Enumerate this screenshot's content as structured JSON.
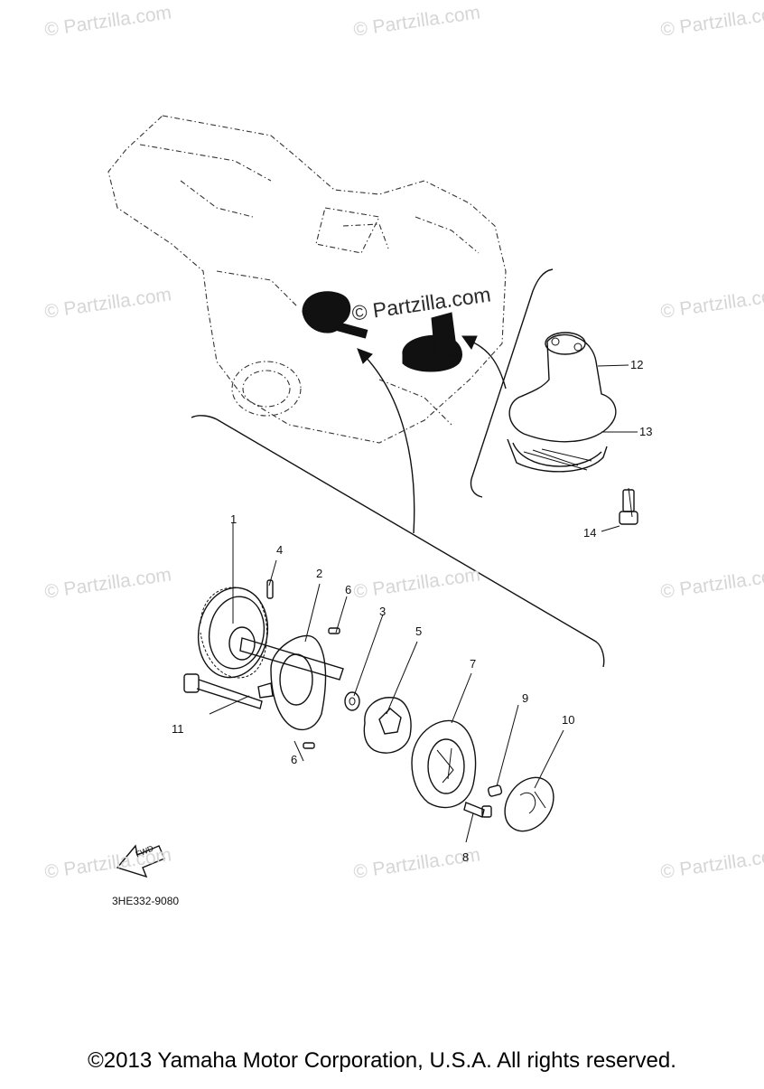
{
  "watermark": "© Partzilla.com",
  "callouts": [
    "1",
    "2",
    "3",
    "4",
    "5",
    "6",
    "6",
    "7",
    "8",
    "9",
    "10",
    "11",
    "12",
    "13",
    "14"
  ],
  "fwd_label": "FWD",
  "diagram_code": "3HE332-9080",
  "copyright": "©2013 Yamaha Motor Corporation, U.S.A. All rights reserved."
}
